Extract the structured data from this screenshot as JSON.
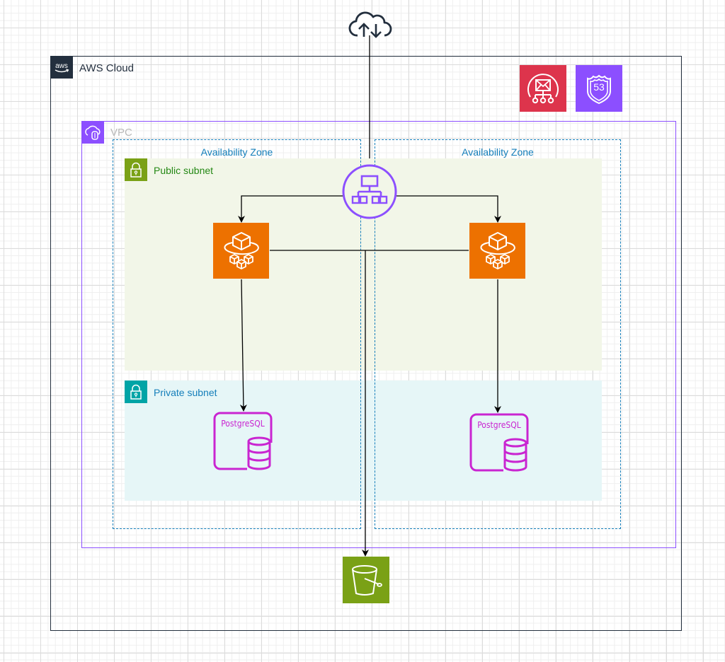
{
  "diagram": {
    "aws_cloud": {
      "label": "AWS Cloud",
      "icon": "aws-logo"
    },
    "vpc": {
      "label": "VPC",
      "icon": "vpc-cloud-icon"
    },
    "availability_zones": [
      {
        "label": "Availability Zone"
      },
      {
        "label": "Availability Zone"
      }
    ],
    "subnets": {
      "public": {
        "label": "Public subnet",
        "icon": "lock-icon"
      },
      "private": {
        "label": "Private subnet",
        "icon": "lock-icon"
      }
    },
    "services": {
      "internet": {
        "icon": "cloud-upload-download-icon"
      },
      "sns": {
        "icon": "sns-topic-icon",
        "color": "#dd344c"
      },
      "route53": {
        "icon": "route53-shield-icon",
        "label": "53",
        "color": "#8c4fff"
      },
      "load_balancer": {
        "icon": "application-load-balancer-icon",
        "color": "#8c4fff"
      },
      "ec2_instances": [
        {
          "icon": "ec2-auto-scaling-icon",
          "color": "#ed7100"
        },
        {
          "icon": "ec2-auto-scaling-icon",
          "color": "#ed7100"
        }
      ],
      "databases": [
        {
          "label": "PostgreSQL",
          "icon": "rds-postgresql-icon",
          "color": "#c925d1"
        },
        {
          "label": "PostgreSQL",
          "icon": "rds-postgresql-icon",
          "color": "#c925d1"
        }
      ],
      "s3": {
        "icon": "s3-bucket-icon",
        "color": "#7aa116"
      }
    },
    "connections": [
      {
        "from": "internet",
        "to": "load_balancer"
      },
      {
        "from": "load_balancer",
        "to": "ec2_instance_1",
        "arrow": true
      },
      {
        "from": "load_balancer",
        "to": "ec2_instance_2",
        "arrow": true
      },
      {
        "from": "ec2_instance_1",
        "to": "ec2_instance_2"
      },
      {
        "from": "ec2_instance_1",
        "to": "postgresql_1",
        "arrow": true
      },
      {
        "from": "ec2_instance_2",
        "to": "postgresql_2",
        "arrow": true
      },
      {
        "from": "ec2_link",
        "to": "s3",
        "arrow": true
      }
    ]
  }
}
